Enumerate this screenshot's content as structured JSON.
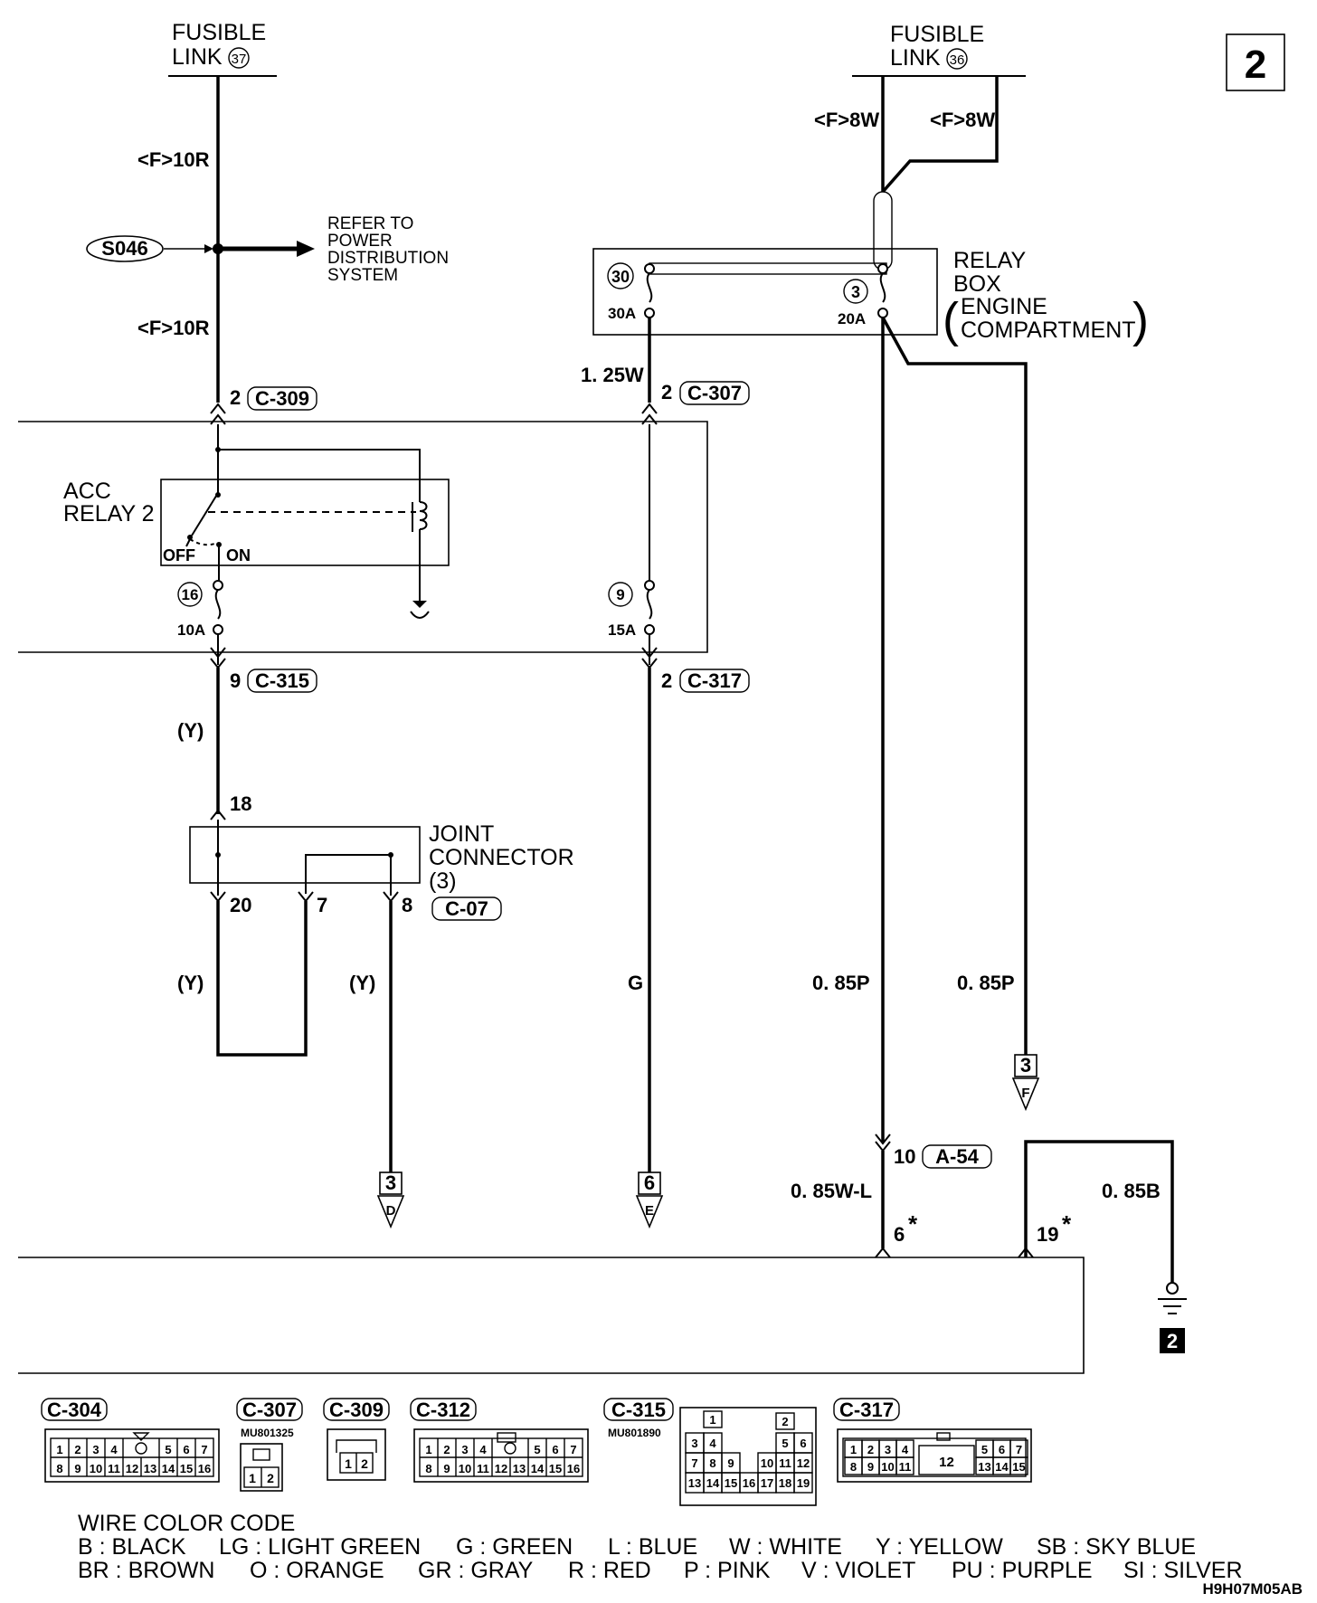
{
  "page_number": "2",
  "fusible_links": {
    "left": {
      "line1": "FUSIBLE",
      "line2": "LINK",
      "num": "37"
    },
    "right": {
      "line1": "FUSIBLE",
      "line2": "LINK",
      "num": "36"
    }
  },
  "wires": {
    "f10r_top": "<F>10R",
    "f10r_bottom": "<F>10R",
    "f8w_left": "<F>8W",
    "f8w_right": "<F>8W",
    "w125": "1. 25W",
    "y1": "(Y)",
    "y2": "(Y)",
    "y3": "(Y)",
    "g": "G",
    "p085a": "0. 85P",
    "p085b": "0. 85P",
    "wl085": "0. 85W-L",
    "b085": "0. 85B"
  },
  "splice": {
    "id": "S046",
    "refer_lines": [
      "REFER TO",
      "POWER",
      "DISTRIBUTION",
      "SYSTEM"
    ]
  },
  "relay_box": {
    "lines": [
      "RELAY",
      "BOX",
      "ENGINE",
      "COMPARTMENT"
    ],
    "fuse_30": {
      "num": "30",
      "amp": "30A"
    },
    "fuse_3": {
      "num": "3",
      "amp": "20A"
    }
  },
  "acc_relay": {
    "lines": [
      "ACC",
      "RELAY 2"
    ],
    "off": "OFF",
    "on": "ON",
    "fuse_16": {
      "num": "16",
      "amp": "10A"
    },
    "fuse_9": {
      "num": "9",
      "amp": "15A"
    }
  },
  "connector_pins": {
    "c309": {
      "pin": "2",
      "id": "C-309"
    },
    "c307": {
      "pin": "2",
      "id": "C-307"
    },
    "c315": {
      "pin": "9",
      "id": "C-315"
    },
    "c317": {
      "pin": "2",
      "id": "C-317"
    },
    "a54": {
      "pin": "10",
      "id": "A-54"
    }
  },
  "joint_connector": {
    "lines": [
      "JOINT",
      "CONNECTOR",
      "(3)"
    ],
    "id": "C-07",
    "pin_in": "18",
    "pin_20": "20",
    "pin_7": "7",
    "pin_8": "8"
  },
  "destinations": [
    {
      "num": "3",
      "letter": "D"
    },
    {
      "num": "6",
      "letter": "E"
    },
    {
      "num": "3",
      "letter": "F"
    }
  ],
  "lower_pins": {
    "p6": "6",
    "p19": "19",
    "star": "*"
  },
  "ground_num": "2",
  "connector_faces": [
    {
      "id": "C-304",
      "part": "",
      "rows": [
        [
          "1",
          "2",
          "3",
          "4",
          "",
          "5",
          "6",
          "7"
        ],
        [
          "8",
          "9",
          "10",
          "11",
          "12",
          "13",
          "14",
          "15",
          "16"
        ]
      ]
    },
    {
      "id": "C-307",
      "part": "MU801325",
      "rows": [
        [
          "1",
          "2"
        ]
      ]
    },
    {
      "id": "C-309",
      "part": "",
      "rows": [
        [
          "1",
          "2"
        ]
      ]
    },
    {
      "id": "C-312",
      "part": "",
      "rows": [
        [
          "1",
          "2",
          "3",
          "4",
          "",
          "5",
          "6",
          "7"
        ],
        [
          "8",
          "9",
          "10",
          "11",
          "12",
          "13",
          "14",
          "15",
          "16"
        ]
      ]
    },
    {
      "id": "C-315",
      "part": "MU801890",
      "rows": [
        [
          "1",
          "2"
        ],
        [
          "3",
          "4",
          "5",
          "6"
        ],
        [
          "7",
          "8",
          "9",
          "10",
          "11",
          "12"
        ],
        [
          "13",
          "14",
          "15",
          "16",
          "17",
          "18",
          "19"
        ]
      ]
    },
    {
      "id": "C-317",
      "part": "",
      "rows": [
        [
          "1",
          "2",
          "3",
          "4",
          "5",
          "6",
          "7"
        ],
        [
          "8",
          "9",
          "10",
          "11",
          "12",
          "13",
          "14",
          "15"
        ]
      ]
    }
  ],
  "wire_color_code": {
    "title": "WIRE COLOR CODE",
    "row1": [
      "B : BLACK",
      "LG : LIGHT GREEN",
      "G : GREEN",
      "L : BLUE",
      "W : WHITE",
      "Y : YELLOW",
      "SB : SKY BLUE"
    ],
    "row2": [
      "BR : BROWN",
      "O : ORANGE",
      "GR : GRAY",
      "R : RED",
      "P : PINK",
      "V : VIOLET",
      "PU : PURPLE",
      "SI : SILVER"
    ]
  },
  "diagram_code": "H9H07M05AB"
}
